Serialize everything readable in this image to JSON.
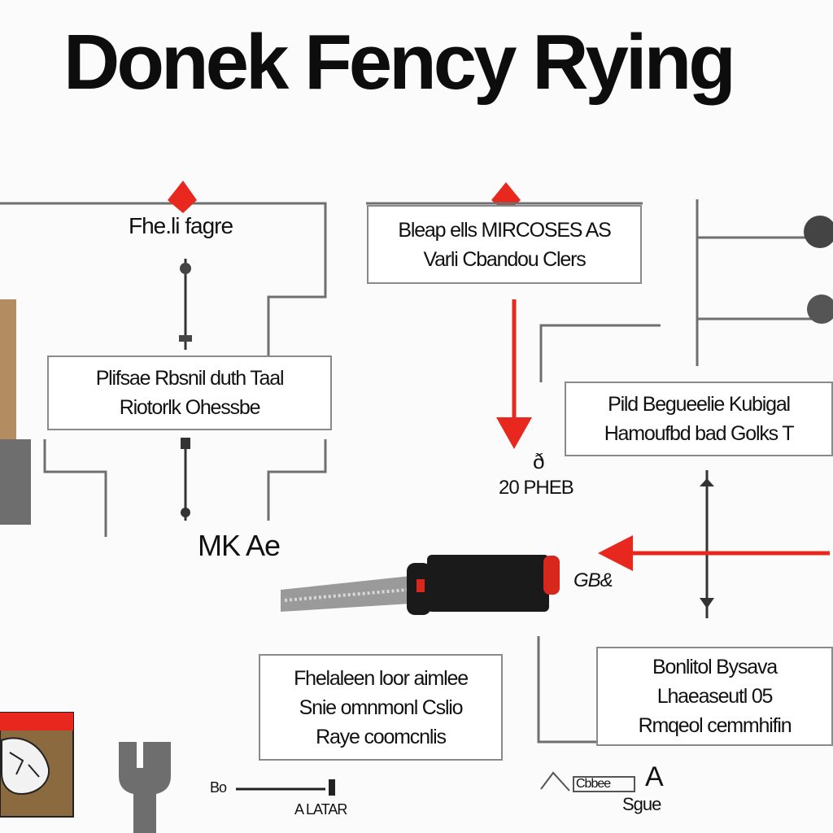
{
  "title": "Donek Fency Rying",
  "labels": {
    "top_left": "Fhe.li fagre",
    "mid_left": "MK Ae",
    "mid_center_a": "ð",
    "mid_center_b": "20 PHEB",
    "tool_tag": "GB&",
    "bottom_left_a": "Bo",
    "bottom_left_b": "A LATAR",
    "bottom_right_a": "Cbbee",
    "bottom_right_b": "A",
    "bottom_right_c": "Sgue"
  },
  "boxes": {
    "left": {
      "line1": "Plifsae Rbsnil duth Taal",
      "line2": "Riotorlk Ohessbe"
    },
    "top_center": {
      "line1": "Bleap ells MIRCOSES AS",
      "line2": "Varli Cbandou Clers"
    },
    "right": {
      "line1": "Pild Begueelie Kubigal",
      "line2": "Hamoufbd bad Golks T"
    },
    "bottom_center": {
      "line1": "Fhelaleen loor aimlee",
      "line2": "Snie omnmonl Cslio",
      "line3": "Raye coomcnlis"
    },
    "bottom_right": {
      "line1": "Bonlitol Bysava",
      "line2": "Lhaeaseutl 05",
      "line3": "Rmqeol cemmhifin"
    }
  },
  "colors": {
    "accent_red": "#e8281e",
    "line_gray": "#6f6f6f",
    "tool_black": "#1a1a1a"
  }
}
